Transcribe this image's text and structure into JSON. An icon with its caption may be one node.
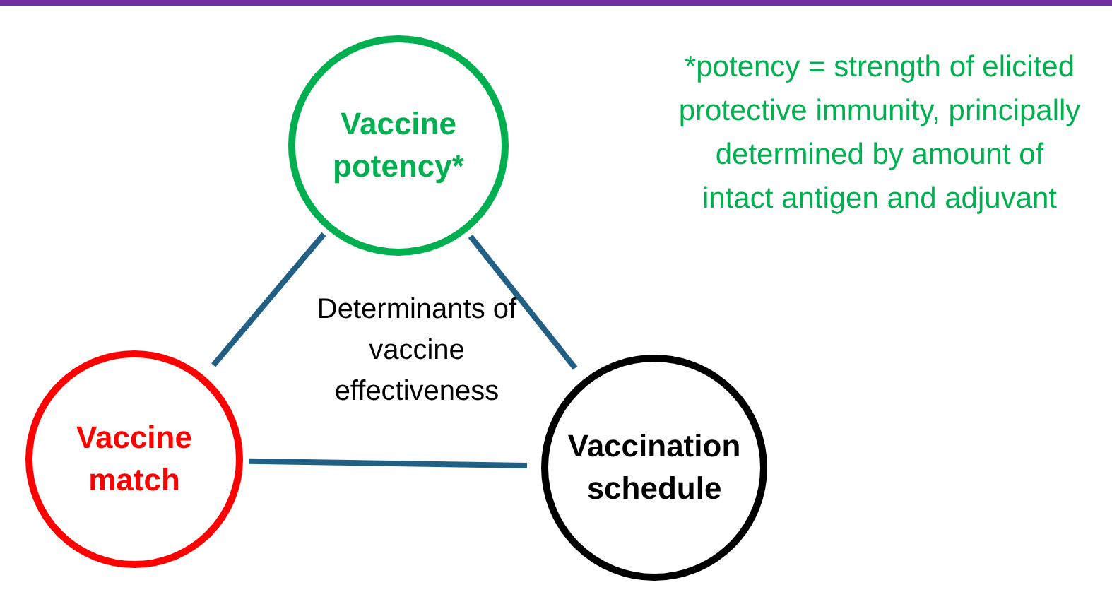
{
  "diagram": {
    "nodes": [
      {
        "text": [
          "Vaccine potency*"
        ]
      },
      {
        "text": [
          "Vaccine match"
        ]
      },
      {
        "text": [
          "Vaccination schedule"
        ]
      }
    ],
    "edges": [
      {
        "from": 0,
        "to": 1,
        "arrow": "none"
      },
      {
        "from": 0,
        "to": 2,
        "arrow": "none"
      },
      {
        "from": 1,
        "to": 2,
        "arrow": "none"
      }
    ],
    "labels": [
      "Determinants of vaccine effectiveness",
      "*potency = strength of elicited protective immunity, principally determined by amount of intact antigen and adjuvant"
    ]
  }
}
